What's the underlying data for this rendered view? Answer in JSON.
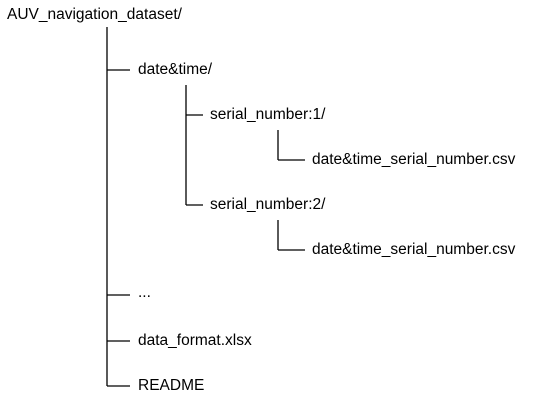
{
  "tree": {
    "root": {
      "label": "AUV_navigation_dataset/"
    },
    "date_time_folder": {
      "label": "date&time/"
    },
    "serial_1_folder": {
      "label": "serial_number:1/"
    },
    "serial_1_file": {
      "label": "date&time_serial_number.csv"
    },
    "serial_2_folder": {
      "label": "serial_number:2/"
    },
    "serial_2_file": {
      "label": "date&time_serial_number.csv"
    },
    "ellipsis": {
      "label": "..."
    },
    "data_format_file": {
      "label": "data_format.xlsx"
    },
    "readme_file": {
      "label": "README"
    }
  }
}
